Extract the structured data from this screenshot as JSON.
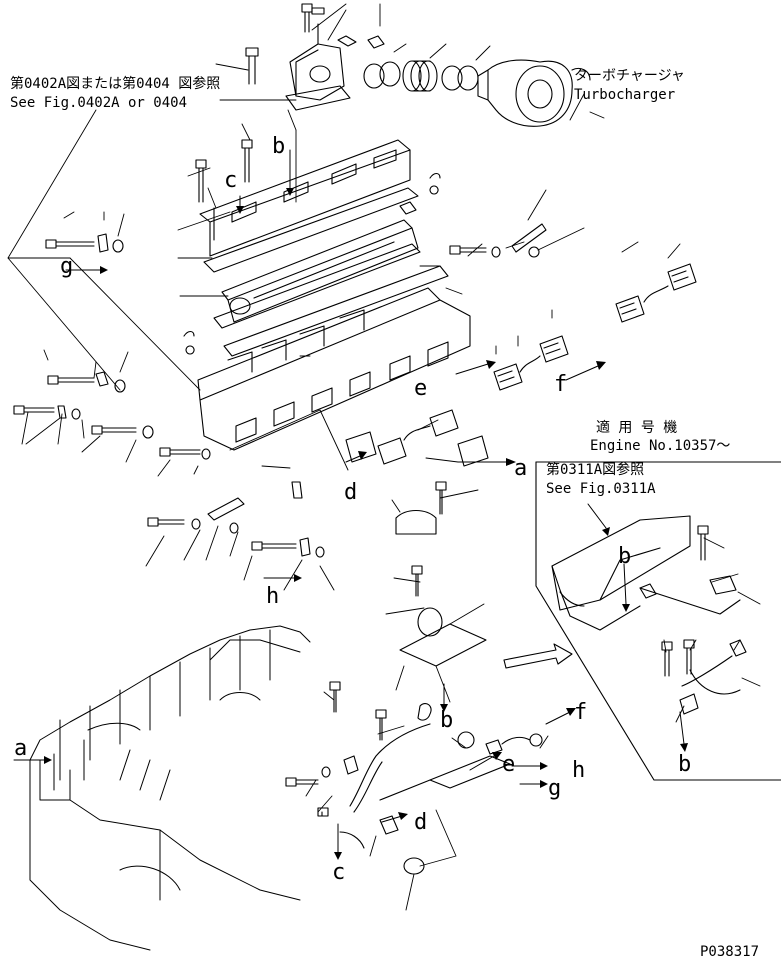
{
  "refs": {
    "ref1_jp": "第0402A図または第0404 図参照",
    "ref1_en": "See Fig.0402A or 0404",
    "turbo_jp": "ターボチャージャ",
    "turbo_en": "Turbocharger",
    "applicable_jp": "適 用 号 機",
    "engine_no": "Engine No.10357～",
    "ref2_jp": "第0311A図参照",
    "ref2_en": "See Fig.0311A"
  },
  "callouts": {
    "a": "a",
    "b": "b",
    "c": "c",
    "d": "d",
    "e": "e",
    "f": "f",
    "g": "g",
    "h": "h"
  },
  "figure_id": "P038317"
}
